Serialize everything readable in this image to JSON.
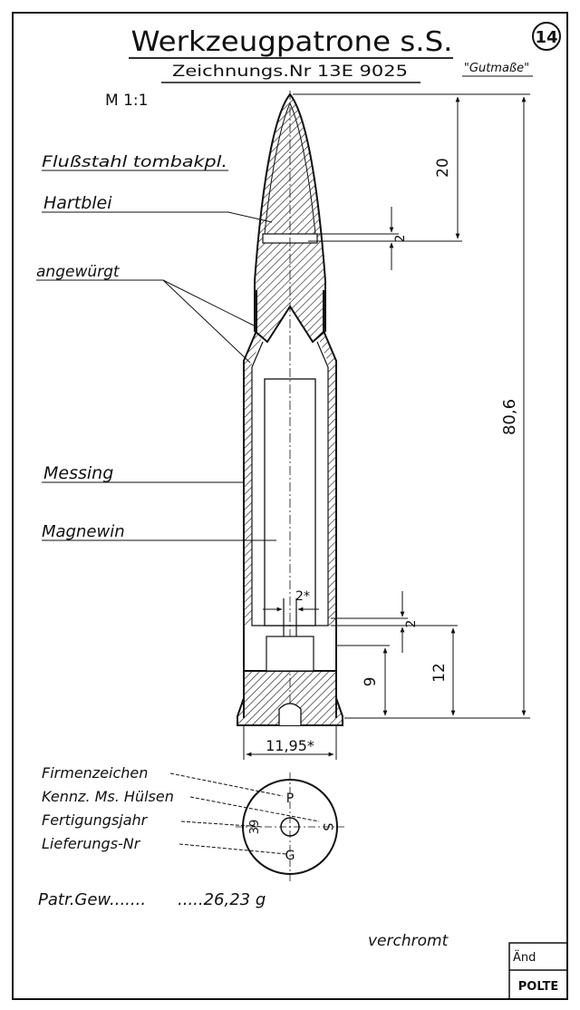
{
  "header": {
    "title": "Werkzeugpatrone s.S.",
    "drawing_no": "Zeichnungs.Nr 13E 9025",
    "sheet_number": "14",
    "gutmasse": "\"Gutmaße\"",
    "scale": "M 1:1"
  },
  "labels": {
    "jacket": "Flußstahl tombakpl.",
    "core": "Hartblei",
    "crimp": "angewürgt",
    "case": "Messing",
    "magnet": "Magnewin"
  },
  "dimensions": {
    "tip_length": "20",
    "band_width": "2",
    "overall_length": "80,6",
    "bore": "2*",
    "small_gap": "2",
    "base_short": "9",
    "base_long": "12",
    "rim_diameter": "11,95*"
  },
  "headstamp": {
    "legend": [
      "Firmenzeichen",
      "Kennz. Ms. Hülsen",
      "Fertigungsjahr",
      "Lieferungs-Nr"
    ],
    "marks": {
      "top": "P",
      "right": "S",
      "left": "39",
      "bottom": "G"
    }
  },
  "weight": {
    "label": "Patr.Gew.......",
    "value": ".....26,23 g"
  },
  "finish": "verchromt",
  "title_block": {
    "change": "Änd",
    "maker": "POLTE"
  }
}
